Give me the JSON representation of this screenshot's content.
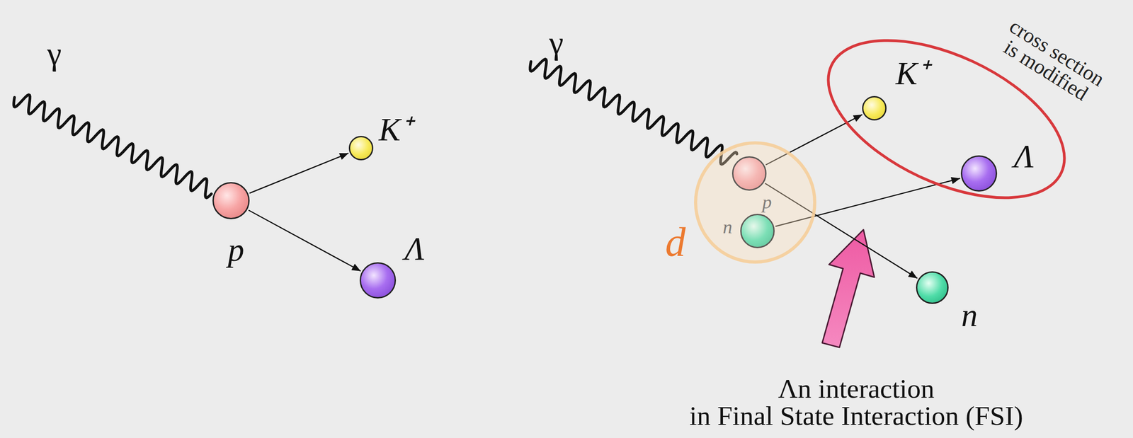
{
  "diagram": {
    "nodes": [
      {
        "text": [
          "p"
        ]
      },
      {
        "text": [
          "K⁺"
        ]
      },
      {
        "text": [
          "Λ"
        ]
      },
      {
        "text": [
          "d"
        ]
      },
      {
        "text": [
          "p"
        ],
        "in": 3
      },
      {
        "text": [
          "n"
        ],
        "in": 3
      },
      {
        "text": [
          "cross section is modified"
        ]
      },
      {
        "text": [
          "K⁺"
        ],
        "in": 6
      },
      {
        "text": [
          "Λ"
        ],
        "in": 6
      },
      {
        "text": [
          "n"
        ]
      }
    ],
    "edges": [
      {
        "from": 0,
        "to": 1,
        "arrow": "to"
      },
      {
        "from": 0,
        "to": 2,
        "arrow": "to"
      },
      {
        "from": 4,
        "to": 7,
        "arrow": "to"
      },
      {
        "from": 4,
        "to": 9,
        "arrow": "to"
      },
      {
        "from": 5,
        "to": 8,
        "arrow": "to"
      }
    ],
    "labels": [
      "γ",
      "γ",
      "Λn interaction",
      "in Final State Interaction (FSI)"
    ]
  }
}
